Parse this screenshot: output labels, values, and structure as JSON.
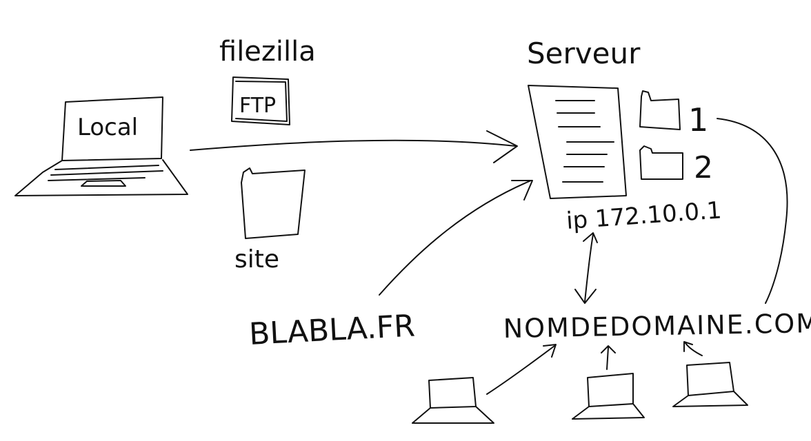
{
  "labels": {
    "local": "Local",
    "filezilla": "filezilla",
    "ftp": "FTP",
    "site": "site",
    "serveur": "Serveur",
    "folder_1": "1",
    "folder_2": "2",
    "ip": "ip 172.10.0.1",
    "blabla": "BLABLA.FR",
    "domain": "NOMDEDOMAINE.COM"
  },
  "colors": {
    "ink": "#111111",
    "background": "#ffffff"
  }
}
